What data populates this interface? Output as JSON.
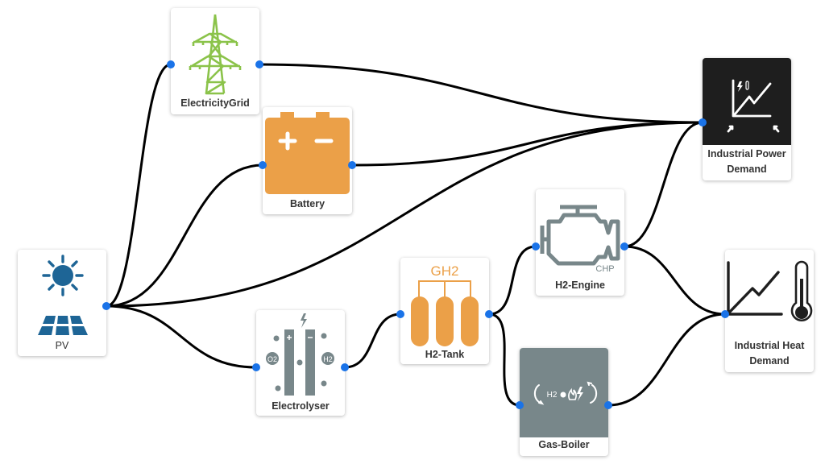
{
  "diagram": {
    "nodes": {
      "electricity_grid": {
        "label": "ElectricityGrid",
        "icon": "power-pylon-icon",
        "icon_color": "#8bc34a"
      },
      "battery": {
        "label": "Battery",
        "icon": "battery-icon",
        "icon_color": "#eba048"
      },
      "industrial_power_demand": {
        "label": "Industrial Power Demand",
        "icon": "power-demand-chart-icon",
        "icon_bg": "#1e1e1e"
      },
      "pv": {
        "label": "PV",
        "icon": "sun-solar-panel-icon",
        "icon_color": "#1e6596"
      },
      "electrolyser": {
        "label": "Electrolyser",
        "icon": "electrolyser-icon",
        "icon_color": "#78878a",
        "o2": "O2",
        "h2": "H2"
      },
      "h2_tank": {
        "label": "H2-Tank",
        "icon": "gas-tanks-icon",
        "icon_color": "#eba048",
        "gh2": "GH2"
      },
      "h2_engine": {
        "label": "H2-Engine",
        "icon": "engine-icon",
        "icon_color": "#78878a",
        "chp": "CHP"
      },
      "gas_boiler": {
        "label": "Gas-Boiler",
        "icon": "boiler-cycle-icon",
        "icon_bg": "#78878a",
        "h2": "H2"
      },
      "industrial_heat_demand": {
        "label": "Industrial Heat Demand",
        "icon": "heat-demand-chart-icon",
        "icon_color": "#1e1e1e"
      }
    },
    "edges": [
      {
        "from": "pv",
        "to": "electricity_grid"
      },
      {
        "from": "pv",
        "to": "battery"
      },
      {
        "from": "pv",
        "to": "industrial_power_demand"
      },
      {
        "from": "pv",
        "to": "electrolyser"
      },
      {
        "from": "electricity_grid",
        "to": "industrial_power_demand"
      },
      {
        "from": "battery",
        "to": "industrial_power_demand"
      },
      {
        "from": "electrolyser",
        "to": "h2_tank"
      },
      {
        "from": "h2_tank",
        "to": "h2_engine"
      },
      {
        "from": "h2_tank",
        "to": "gas_boiler"
      },
      {
        "from": "h2_engine",
        "to": "industrial_power_demand"
      },
      {
        "from": "h2_engine",
        "to": "industrial_heat_demand"
      },
      {
        "from": "gas_boiler",
        "to": "industrial_heat_demand"
      }
    ],
    "colors": {
      "handle": "#1a73e8",
      "edge": "#000000"
    }
  }
}
